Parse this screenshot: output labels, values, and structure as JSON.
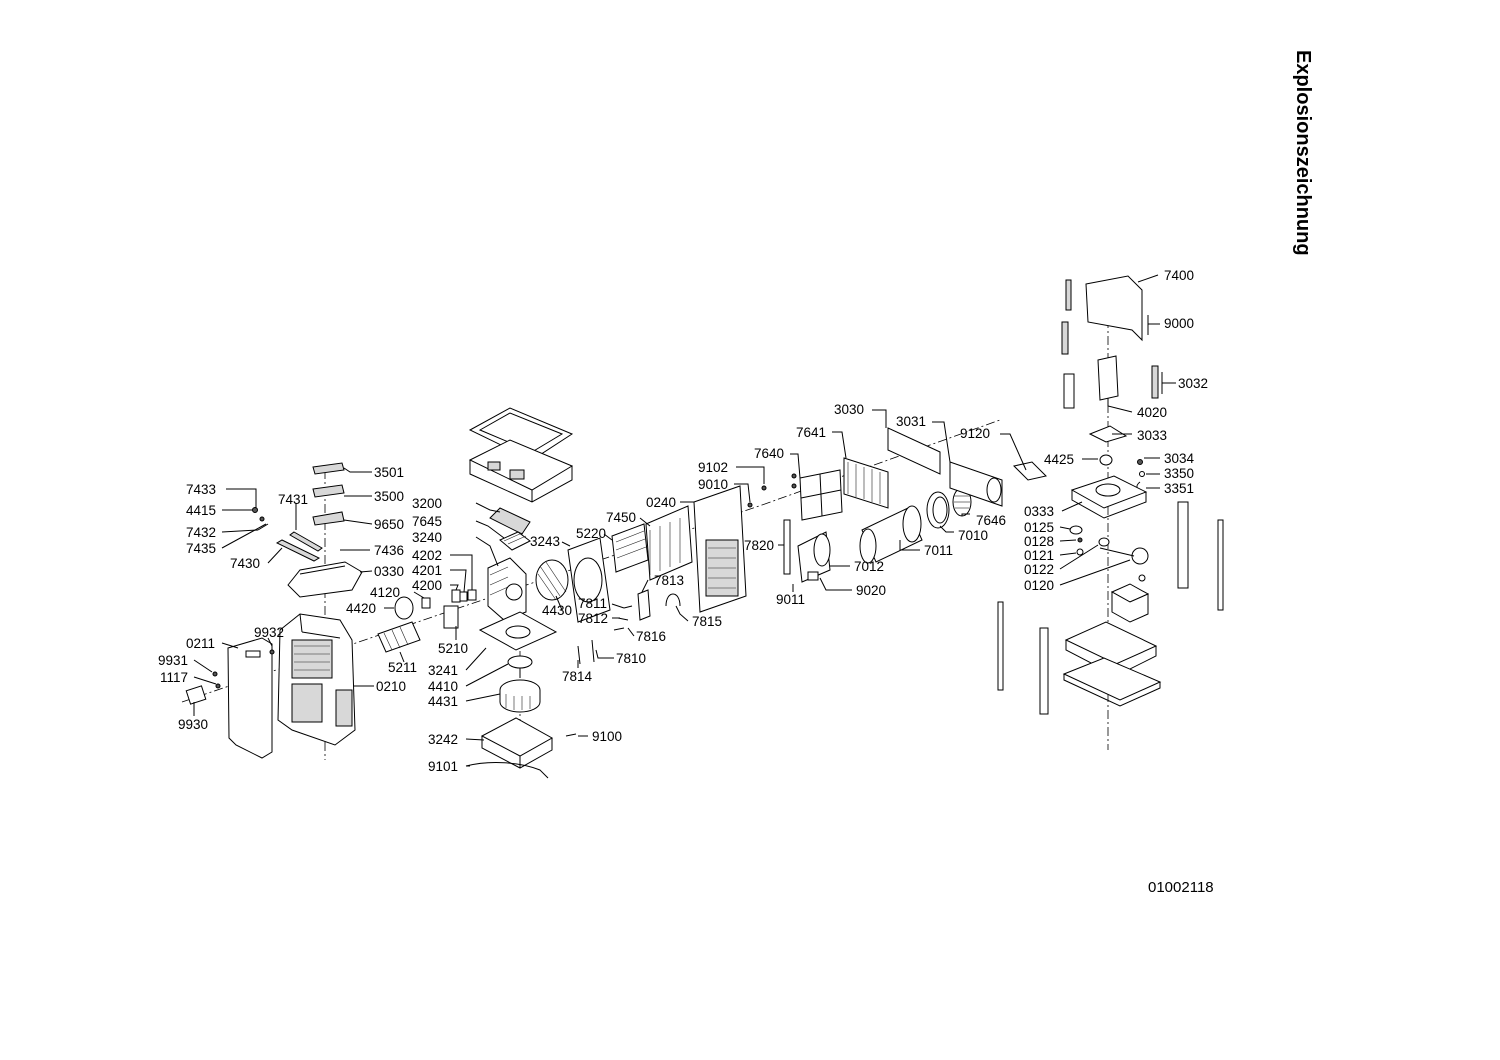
{
  "title": "Explosionszeichnung",
  "document_number": "01002118",
  "labels": {
    "7400": "7400",
    "9000": "9000",
    "3032": "3032",
    "4020": "4020",
    "3033": "3033",
    "3034": "3034",
    "3350": "3350",
    "3351": "3351",
    "4425": "4425",
    "0333": "0333",
    "0125": "0125",
    "0128": "0128",
    "0121": "0121",
    "0122": "0122",
    "0120": "0120",
    "3030": "3030",
    "3031": "3031",
    "9120": "9120",
    "7641": "7641",
    "7640": "7640",
    "7646": "7646",
    "7010": "7010",
    "7011": "7011",
    "7012": "7012",
    "9020": "9020",
    "9011": "9011",
    "7820": "7820",
    "9102": "9102",
    "9010": "9010",
    "0240": "0240",
    "7450": "7450",
    "5220": "5220",
    "3243": "3243",
    "4430": "4430",
    "7813": "7813",
    "7811": "7811",
    "7812": "7812",
    "7816": "7816",
    "7815": "7815",
    "7810": "7810",
    "7814": "7814",
    "3200": "3200",
    "7645": "7645",
    "3240": "3240",
    "4202": "4202",
    "4201": "4201",
    "4200": "4200",
    "4120": "4120",
    "4420": "4420",
    "5210": "5210",
    "5211": "5211",
    "3241": "3241",
    "4410": "4410",
    "4431": "4431",
    "3242": "3242",
    "9100": "9100",
    "9101": "9101",
    "3501": "3501",
    "3500": "3500",
    "9650": "9650",
    "7436": "7436",
    "0330": "0330",
    "7433": "7433",
    "4415": "4415",
    "7431": "7431",
    "7432": "7432",
    "7435": "7435",
    "7430": "7430",
    "0211": "0211",
    "9932": "9932",
    "9931": "9931",
    "1117": "1117",
    "0210": "0210",
    "9930": "9930"
  }
}
